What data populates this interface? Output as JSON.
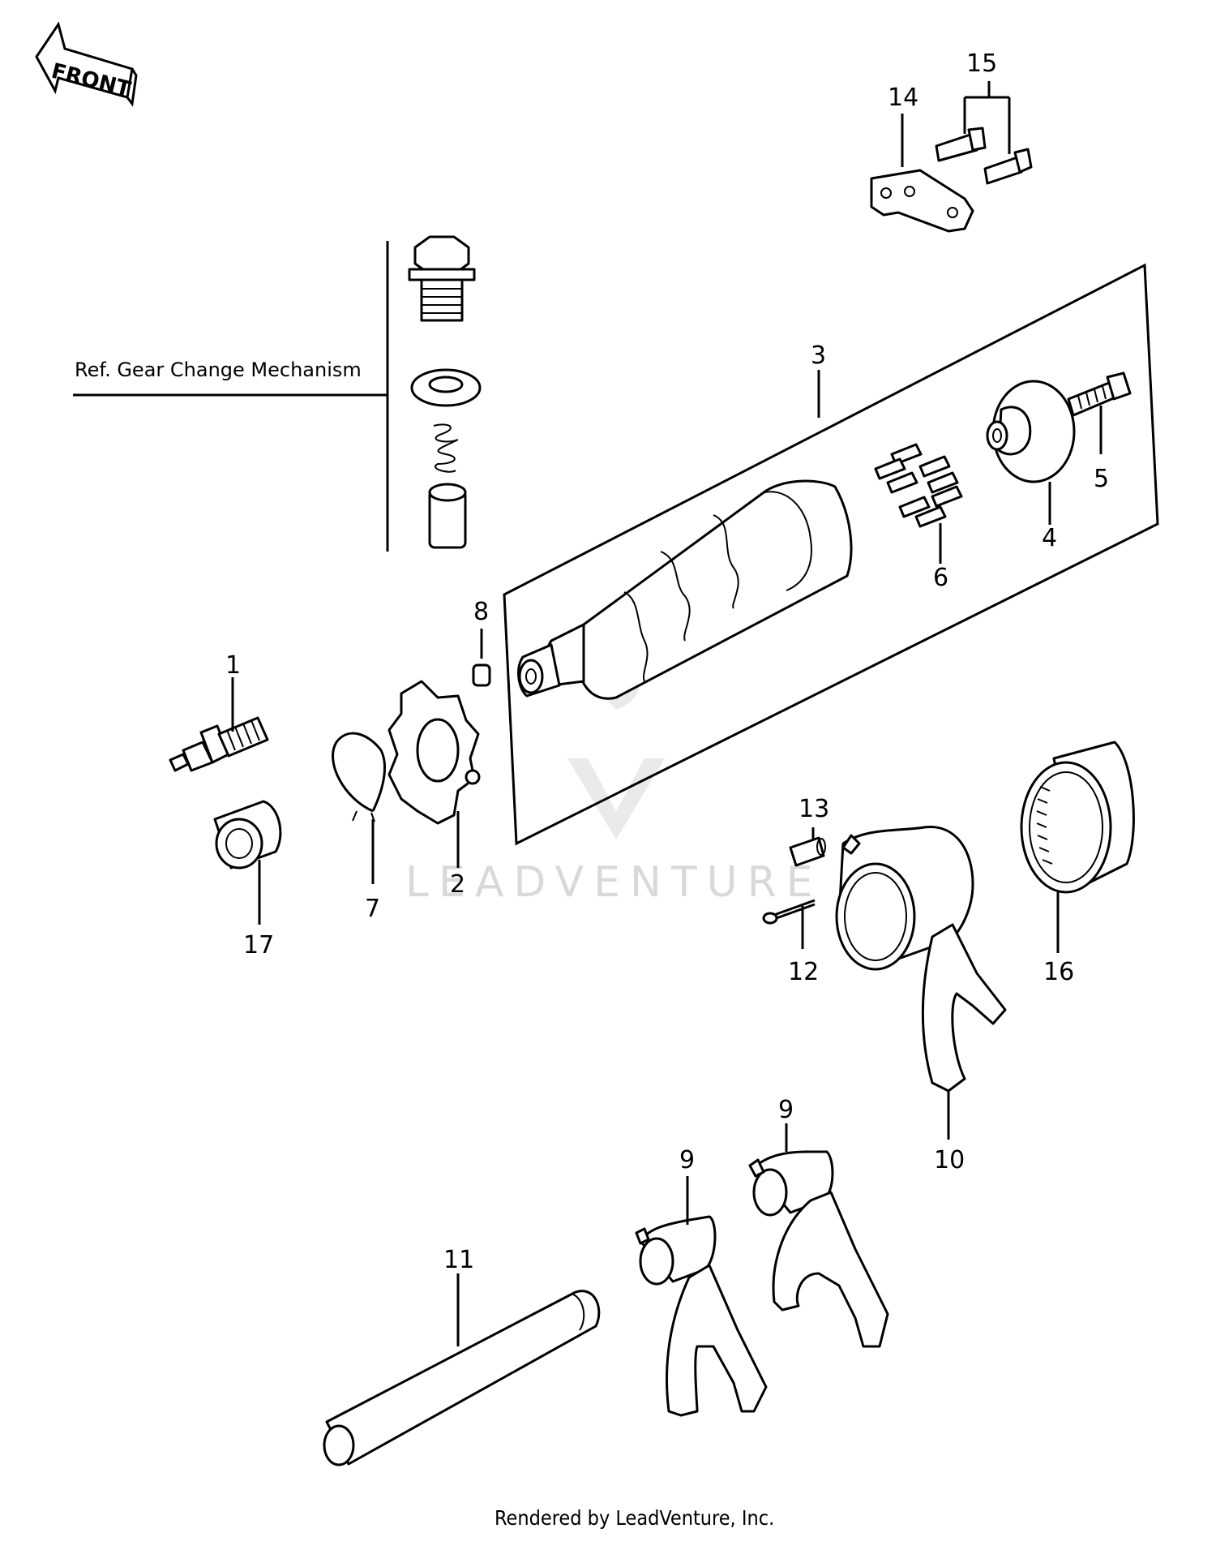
{
  "front_arrow": {
    "label": "FRONT"
  },
  "reference": {
    "label": "Ref. Gear Change Mechanism"
  },
  "callouts": {
    "c1": "1",
    "c2": "2",
    "c3": "3",
    "c4": "4",
    "c5": "5",
    "c6": "6",
    "c7": "7",
    "c8": "8",
    "c9a": "9",
    "c9b": "9",
    "c10": "10",
    "c11": "11",
    "c12": "12",
    "c13": "13",
    "c14": "14",
    "c15": "15",
    "c16": "16",
    "c17": "17"
  },
  "watermark": {
    "text": "LEADVENTURE"
  },
  "footer": {
    "text": "Rendered by LeadVenture, Inc."
  }
}
